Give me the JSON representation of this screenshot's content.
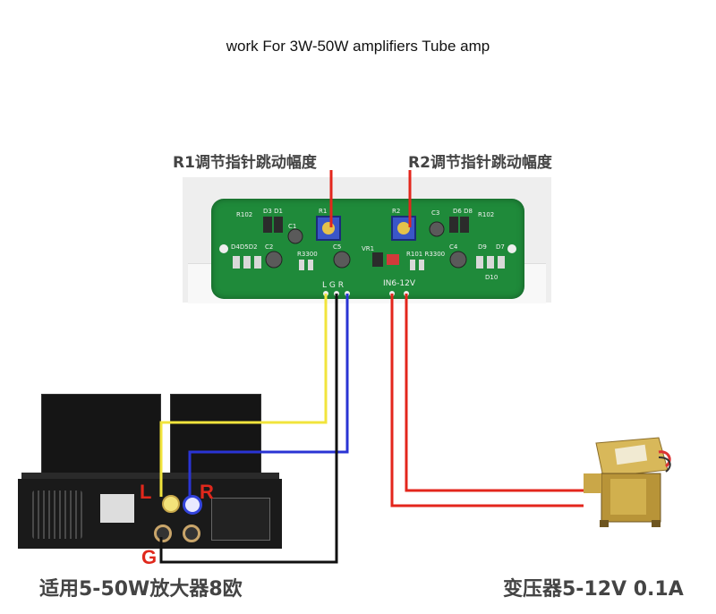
{
  "title": "work For 3W-50W amplifiers Tube amp",
  "labels": {
    "r1": "R1调节指针跳动幅度",
    "r2": "R2调节指针跳动幅度",
    "amp_caption": "适用5-50W放大器8欧",
    "transformer_caption": "变压器5-12V 0.1A",
    "jack_l": "L",
    "jack_r": "R",
    "jack_g": "G"
  },
  "pcb": {
    "r102_left": "R102",
    "d3_d1": "D3 D1",
    "c1": "C1",
    "r1": "R1",
    "r2": "R2",
    "c3": "C3",
    "d6_d8": "D6 D8",
    "r102_right": "R102",
    "d4_d5_d2": "D4D5D2",
    "c2": "C2",
    "r3300_left": "R3300",
    "c5": "C5",
    "vr1": "VR1",
    "r101_r3300": "R101  R3300",
    "c4": "C4",
    "d9": "D9",
    "d7": "D7",
    "d10": "D10",
    "inputs": "L  G  R",
    "power_in": "IN6-12V"
  },
  "colors": {
    "red_wire": "#e3261c",
    "yellow_wire": "#f1e43c",
    "black_wire": "#111111",
    "blue_wire": "#2a34d4",
    "pcb_green": "#1f8a3a",
    "label_red": "#e0281c"
  }
}
